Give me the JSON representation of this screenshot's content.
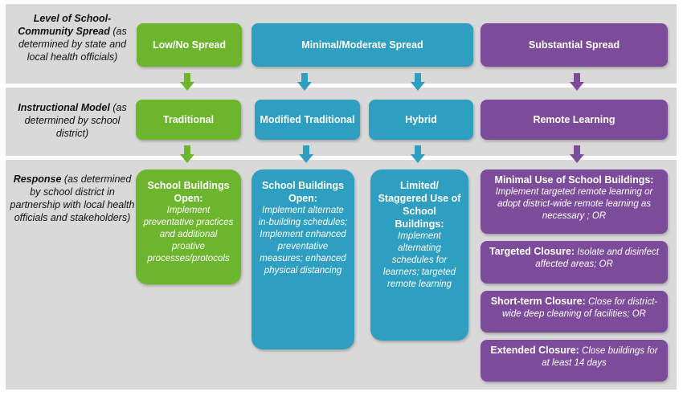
{
  "rows": {
    "spread": {
      "label_bold": "Level of School-Community Spread",
      "label_italic": "(as determined by state and local health officials)"
    },
    "model": {
      "label_bold": "Instructional Model",
      "label_italic": "(as determined by school district)"
    },
    "response": {
      "label_bold": "Response",
      "label_italic": "(as determined by school district in partnership with local health officials and stakeholders)"
    }
  },
  "spread_levels": {
    "low": "Low/No Spread",
    "moderate": "Minimal/Moderate Spread",
    "substantial": "Substantial Spread"
  },
  "models": {
    "traditional": "Traditional",
    "modified": "Modified Traditional",
    "hybrid": "Hybrid",
    "remote": "Remote Learning"
  },
  "responses": {
    "green": {
      "heading": "School Buildings Open:",
      "detail": "Implement preventative practices and additional proative processes/protocols"
    },
    "blue": {
      "heading": "School Buildings Open:",
      "detail": "Implement alternate in-building schedules; Implement enhanced preventative measures; enhanced physical distancing"
    },
    "hybrid": {
      "heading": "Limited/ Staggered Use of School Buildings:",
      "detail": "Implement alternating schedules for learners; targeted remote learning"
    },
    "purple": [
      {
        "heading": "Minimal Use of School Buildings:",
        "detail": "Implement targeted remote learning or adopt district-wide remote learning as necessary ; OR"
      },
      {
        "heading": "Targeted Closure:",
        "detail": "Isolate and disinfect affected areas; OR"
      },
      {
        "heading": "Short-term Closure:",
        "detail": "Close for district-wide deep cleaning of facilities; OR"
      },
      {
        "heading": "Extended Closure:",
        "detail": "Close buildings for at least 14 days"
      }
    ]
  },
  "colors": {
    "green": "#6cb52d",
    "blue": "#2e9fc0",
    "purple": "#7c4c9b",
    "band": "#d9d9d9"
  }
}
